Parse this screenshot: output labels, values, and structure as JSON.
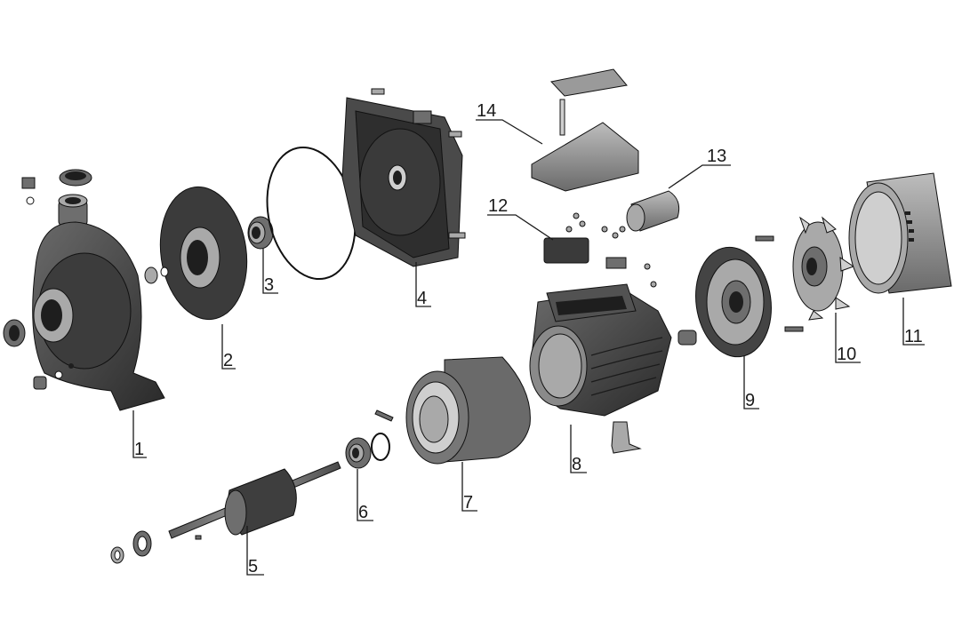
{
  "parts": [
    {
      "number": "1",
      "icon": "pump-casing-icon"
    },
    {
      "number": "2",
      "icon": "impeller-icon"
    },
    {
      "number": "3",
      "icon": "mechanical-seal-icon"
    },
    {
      "number": "4",
      "icon": "pump-bracket-icon"
    },
    {
      "number": "5",
      "icon": "rotor-shaft-icon"
    },
    {
      "number": "6",
      "icon": "bearing-icon"
    },
    {
      "number": "7",
      "icon": "stator-icon"
    },
    {
      "number": "8",
      "icon": "motor-housing-icon"
    },
    {
      "number": "9",
      "icon": "rear-end-cover-icon"
    },
    {
      "number": "10",
      "icon": "cooling-fan-icon"
    },
    {
      "number": "11",
      "icon": "fan-cover-icon"
    },
    {
      "number": "12",
      "icon": "terminal-block-icon"
    },
    {
      "number": "13",
      "icon": "capacitor-icon"
    },
    {
      "number": "14",
      "icon": "terminal-box-cover-icon"
    }
  ],
  "colors": {
    "line": "#1a1a1a",
    "dark": "#3a3a3a",
    "mid": "#6e6e6e",
    "light": "#a9a9a9"
  }
}
